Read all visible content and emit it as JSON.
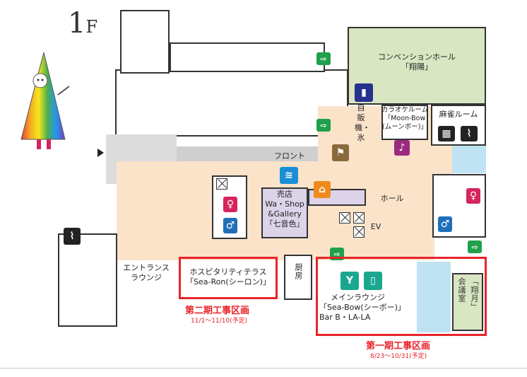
{
  "floor": {
    "number": "1",
    "unit": "F"
  },
  "areas": {
    "convention_hall": {
      "line1": "コンベンションホール",
      "line2": "「翔陽」"
    },
    "vending": {
      "line1": "自",
      "line2": "販",
      "line3": "機・",
      "line4": "氷"
    },
    "karaoke": {
      "line1": "カラオケルーム",
      "line2": "「Moon-Bow",
      "line3": "(ムーンボー)」"
    },
    "mahjong": {
      "label": "麻雀ルーム"
    },
    "front": {
      "label": "フロント"
    },
    "hall": {
      "label": "ホール"
    },
    "shop": {
      "line1": "売店",
      "line2": "Wa・Shop",
      "line3": "&Gallery",
      "line4": "「七音色」"
    },
    "ev": {
      "label": "EV"
    },
    "entrance_lounge": {
      "line1": "エントランス",
      "line2": "ラウンジ"
    },
    "hospitality_terrace": {
      "line1": "ホスピタリティテラス",
      "line2": "「Sea-Ron(シーロン)」"
    },
    "kitchen": {
      "label": "厨房"
    },
    "main_lounge": {
      "line1": "メインラウンジ",
      "line2": "「Sea-Bow(シーボー)」",
      "line3": "Bar B・LA-LA"
    },
    "meeting_room": {
      "name": "会議室",
      "sub": "「翔月」"
    }
  },
  "construction": {
    "phase2": {
      "title": "第二期工事区画",
      "dates": "11/1〜11/10(予定)"
    },
    "phase1": {
      "title": "第一期工事区画",
      "dates": "8/23〜10/31(予定)"
    }
  },
  "colors": {
    "phase_outline": "#e8242a",
    "convention_hall": "#d8e6c2",
    "hall_floor": "#fbe3c9",
    "water": "#bfe3f2",
    "exit_sign": "#1fa04a",
    "restroom_male": "#1f6fb8",
    "restroom_female": "#d6255c",
    "vending_icon": "#27318f",
    "karaoke_icon": "#9b2a7e",
    "wifi_icon": "#1a8fd6",
    "shop_icon": "#f08a1c",
    "front_icon": "#8a6a3c",
    "lounge_bar_icon": "#1aa78f",
    "smoking_icon": "#222222"
  },
  "icons": [
    "exit-sign-icon",
    "vending-machine-icon",
    "karaoke-note-icon",
    "mahjong-icon",
    "smoking-area-icon",
    "front-desk-icon",
    "wifi-icon",
    "shop-gift-icon",
    "restroom-male-icon",
    "restroom-female-icon",
    "cocktail-icon",
    "soft-drink-icon",
    "entrance-arrow-icon",
    "mascot-rainbow-character"
  ]
}
